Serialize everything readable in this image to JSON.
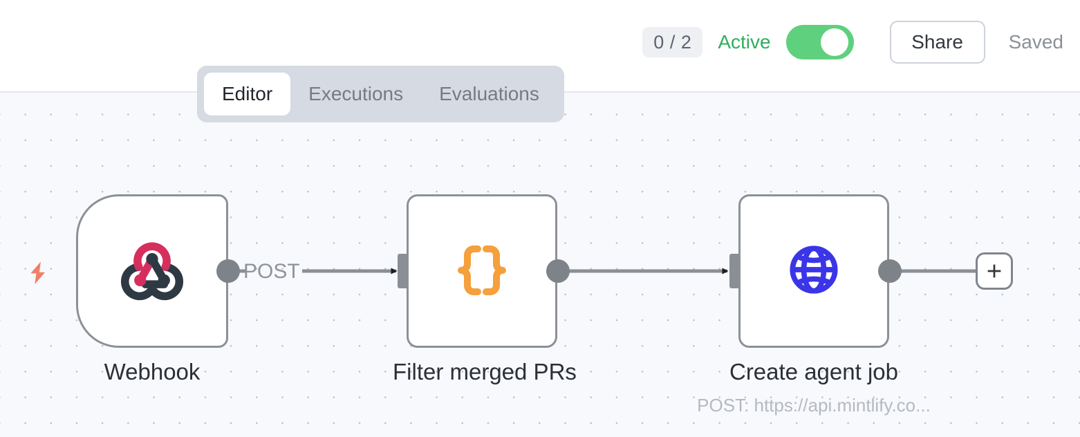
{
  "header": {
    "run_count_badge": "0 / 2",
    "active_label": "Active",
    "toggle_state": "on",
    "share_label": "Share",
    "saved_label": "Saved",
    "active_color": "#2eaf5d",
    "toggle_on_color": "#5fd07e"
  },
  "tabs": [
    {
      "label": "Editor",
      "selected": true
    },
    {
      "label": "Executions",
      "selected": false
    },
    {
      "label": "Evaluations",
      "selected": false
    }
  ],
  "canvas": {
    "background_color": "#f8f9fc",
    "grid": "dots",
    "nodes": [
      {
        "id": "webhook",
        "label": "Webhook",
        "subtitle": "",
        "icon": "webhook-icon",
        "icon_colors": [
          "#d62f5e",
          "#2f3944"
        ],
        "shape": "trigger"
      },
      {
        "id": "filter-merged-prs",
        "label": "Filter merged PRs",
        "subtitle": "",
        "icon": "code-braces-icon",
        "icon_colors": [
          "#f5a03c"
        ],
        "shape": "standard"
      },
      {
        "id": "create-agent-job",
        "label": "Create agent job",
        "subtitle": "POST: https://api.mintlify.co...",
        "icon": "globe-icon",
        "icon_colors": [
          "#3b35e8"
        ],
        "shape": "standard"
      }
    ],
    "edges": [
      {
        "from": "webhook",
        "to": "filter-merged-prs",
        "label": "POST"
      },
      {
        "from": "filter-merged-prs",
        "to": "create-agent-job",
        "label": ""
      },
      {
        "from": "create-agent-job",
        "to": "add-node",
        "label": ""
      }
    ],
    "add_node_button": "+",
    "trigger_bolt_icon": "lightning-bolt-icon",
    "trigger_bolt_color": "#ef8067"
  }
}
